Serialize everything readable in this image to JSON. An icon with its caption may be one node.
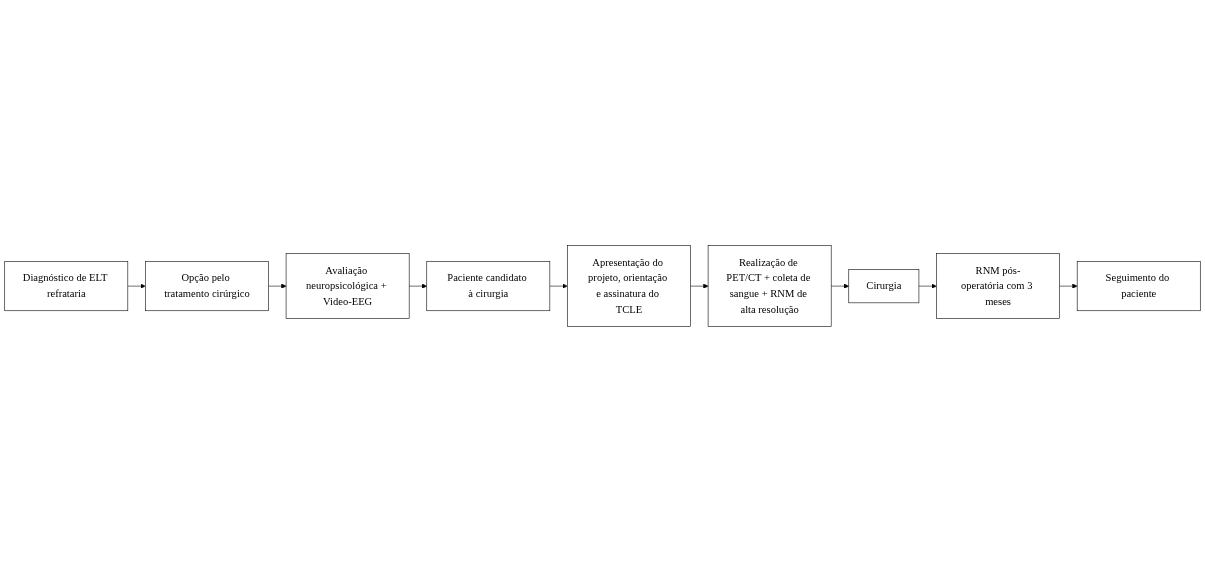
{
  "diagram": {
    "nodes": [
      {
        "text": [
          "Diagnóstico de ELT refrataria"
        ]
      },
      {
        "text": [
          "Opção pelo tratamento cirúrgico"
        ]
      },
      {
        "text": [
          "Avaliação neuropsicológica + Video-EEG"
        ]
      },
      {
        "text": [
          "Realização de PET/CT + coleta de sangue + RNM de alta resolução"
        ]
      },
      {
        "text": [
          "Apresentação do projeto, orientação e assinatura do TCLE"
        ]
      },
      {
        "text": [
          "Paciente candidato à cirurgia"
        ]
      },
      {
        "text": [
          "Cirurgia"
        ]
      },
      {
        "text": [
          "RNM pós-operatória com 3 meses"
        ]
      },
      {
        "text": [
          "Seguimento do paciente"
        ]
      }
    ],
    "edges": [
      {
        "from": 0,
        "to": 1,
        "arrow": "to"
      },
      {
        "from": 1,
        "to": 2,
        "arrow": "to"
      },
      {
        "from": 2,
        "to": 5,
        "arrow": "to"
      },
      {
        "from": 5,
        "to": 4,
        "arrow": "to"
      },
      {
        "from": 4,
        "to": 3,
        "arrow": "to"
      },
      {
        "from": 3,
        "to": 6,
        "arrow": "to"
      },
      {
        "from": 6,
        "to": 7,
        "arrow": "to"
      },
      {
        "from": 7,
        "to": 8,
        "arrow": "to"
      }
    ]
  }
}
